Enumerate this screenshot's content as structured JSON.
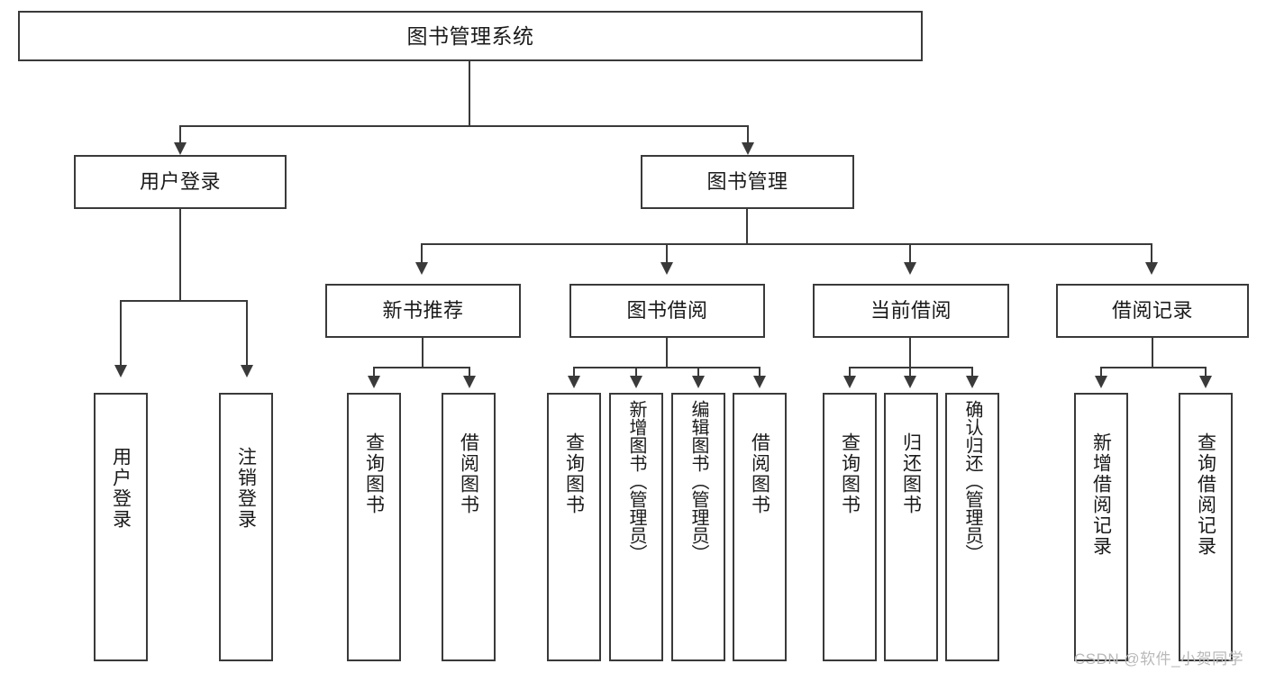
{
  "diagram": {
    "title": "图书管理系统",
    "type": "hierarchy-tree",
    "root": {
      "label": "图书管理系统"
    },
    "level1": [
      {
        "label": "用户登录"
      },
      {
        "label": "图书管理"
      }
    ],
    "level2": [
      {
        "label": "新书推荐"
      },
      {
        "label": "图书借阅"
      },
      {
        "label": "当前借阅"
      },
      {
        "label": "借阅记录"
      }
    ],
    "leaves": {
      "user_login": [
        {
          "label": "用户登录"
        },
        {
          "label": "注销登录"
        }
      ],
      "new_book_recommend": [
        {
          "label": "查询图书"
        },
        {
          "label": "借阅图书"
        }
      ],
      "book_borrow": [
        {
          "label": "查询图书"
        },
        {
          "label": "新增图书（管理员）"
        },
        {
          "label": "编辑图书（管理员）"
        },
        {
          "label": "借阅图书"
        }
      ],
      "current_borrow": [
        {
          "label": "查询图书"
        },
        {
          "label": "归还图书"
        },
        {
          "label": "确认归还（管理员）"
        }
      ],
      "borrow_records": [
        {
          "label": "新增借阅记录"
        },
        {
          "label": "查询借阅记录"
        }
      ]
    },
    "colors": {
      "stroke": "#3a3a3a",
      "fill": "#ffffff",
      "text": "#1a1a1a",
      "watermark": "#b9b9b9"
    }
  },
  "watermark": {
    "text": "CSDN @软件_小贺同学"
  }
}
